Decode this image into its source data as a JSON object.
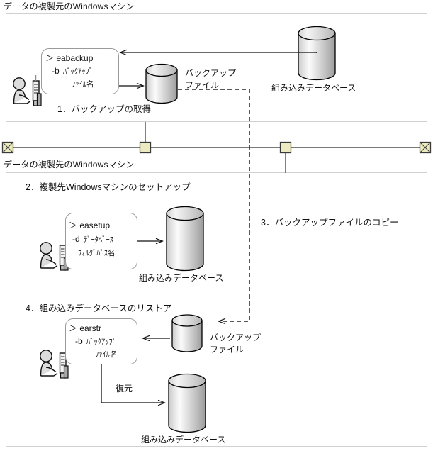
{
  "diagram": {
    "title_source_machine": "データの複製元のWindowsマシン",
    "title_target_machine": "データの複製先のWindowsマシン"
  },
  "steps": {
    "step1": "1．バックアップの取得",
    "step2": "2．複製先Windowsマシンのセットアップ",
    "step3": "3．バックアップファイルのコピー",
    "step4": "4．組み込みデータベースのリストア"
  },
  "commands": {
    "eabackup": {
      "line1": "＞ eabackup",
      "line2_flag": "-b",
      "line2_arg": "ﾊﾞｯｸｱｯﾌﾟ",
      "line3_arg": "ﾌｧｲﾙ名"
    },
    "easetup": {
      "line1": "＞ easetup",
      "line2_flag": "-d",
      "line2_arg": "ﾃﾞｰﾀﾍﾞｰｽ",
      "line3_arg": "ﾌｫﾙﾀﾞﾊﾟｽ名"
    },
    "earstr": {
      "line1": "＞ earstr",
      "line2_flag": "-b",
      "line2_arg": "ﾊﾞｯｸｱｯﾌﾟ",
      "line3_arg": "ﾌｧｲﾙ名"
    }
  },
  "captions": {
    "backup_file_1_l1": "バックアップ",
    "backup_file_1_l2": "ファイル",
    "embedded_db_top": "組み込みデータベース",
    "embedded_db_setup": "組み込みデータベース",
    "backup_file_2_l1": "バックアップ",
    "backup_file_2_l2": "ファイル",
    "embedded_db_restore": "組み込みデータベース",
    "restore_arrow_label": "復元"
  },
  "icons": {
    "person_pc": "person-at-computer-icon",
    "cylinder": "database-cylinder-icon",
    "network_terminator": "network-terminator-x-icon",
    "network_node": "network-node-square-icon"
  },
  "colors": {
    "cylinder_light": "#ffffff",
    "cylinder_mid": "#d8d8d8",
    "cylinder_dark": "#9d9d9d",
    "stroke": "#000000",
    "section_border": "#d0d0d0",
    "network_node_fill": "#ebeac0",
    "network_line": "#4d4d4d",
    "cmdbox_border": "#9a9a9a"
  }
}
